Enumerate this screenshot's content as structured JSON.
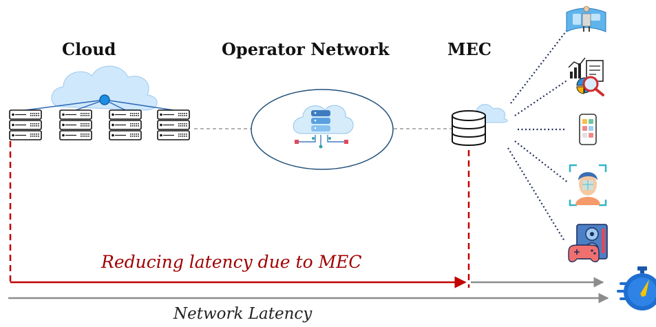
{
  "labels": {
    "cloud": "Cloud",
    "operator_network": "Operator Network",
    "mec": "MEC",
    "reducing_latency": "Reducing latency due to MEC",
    "network_latency": "Network Latency"
  },
  "icons": {
    "server_racks": [
      "server-rack-icon",
      "server-rack-icon",
      "server-rack-icon",
      "server-rack-icon"
    ],
    "cloud_icon": "cloud-icon",
    "operator_icon": "cloud-database-icon",
    "mec_icon": "database-icon",
    "devices": [
      "ar-vr-user-icon",
      "data-analytics-icon",
      "smartphone-icon",
      "face-recognition-icon",
      "gaming-console-icon"
    ],
    "timer_icon": "stopwatch-icon"
  },
  "colors": {
    "red_dashed": "#c00000",
    "red_text": "#a00000",
    "gray_arrow": "#8c8c8c",
    "cloud_blue": "#cfe8fb",
    "node_blue": "#1f8de0",
    "navy_dots": "#1f2d5a",
    "ellipse_stroke": "#1f4e79"
  }
}
